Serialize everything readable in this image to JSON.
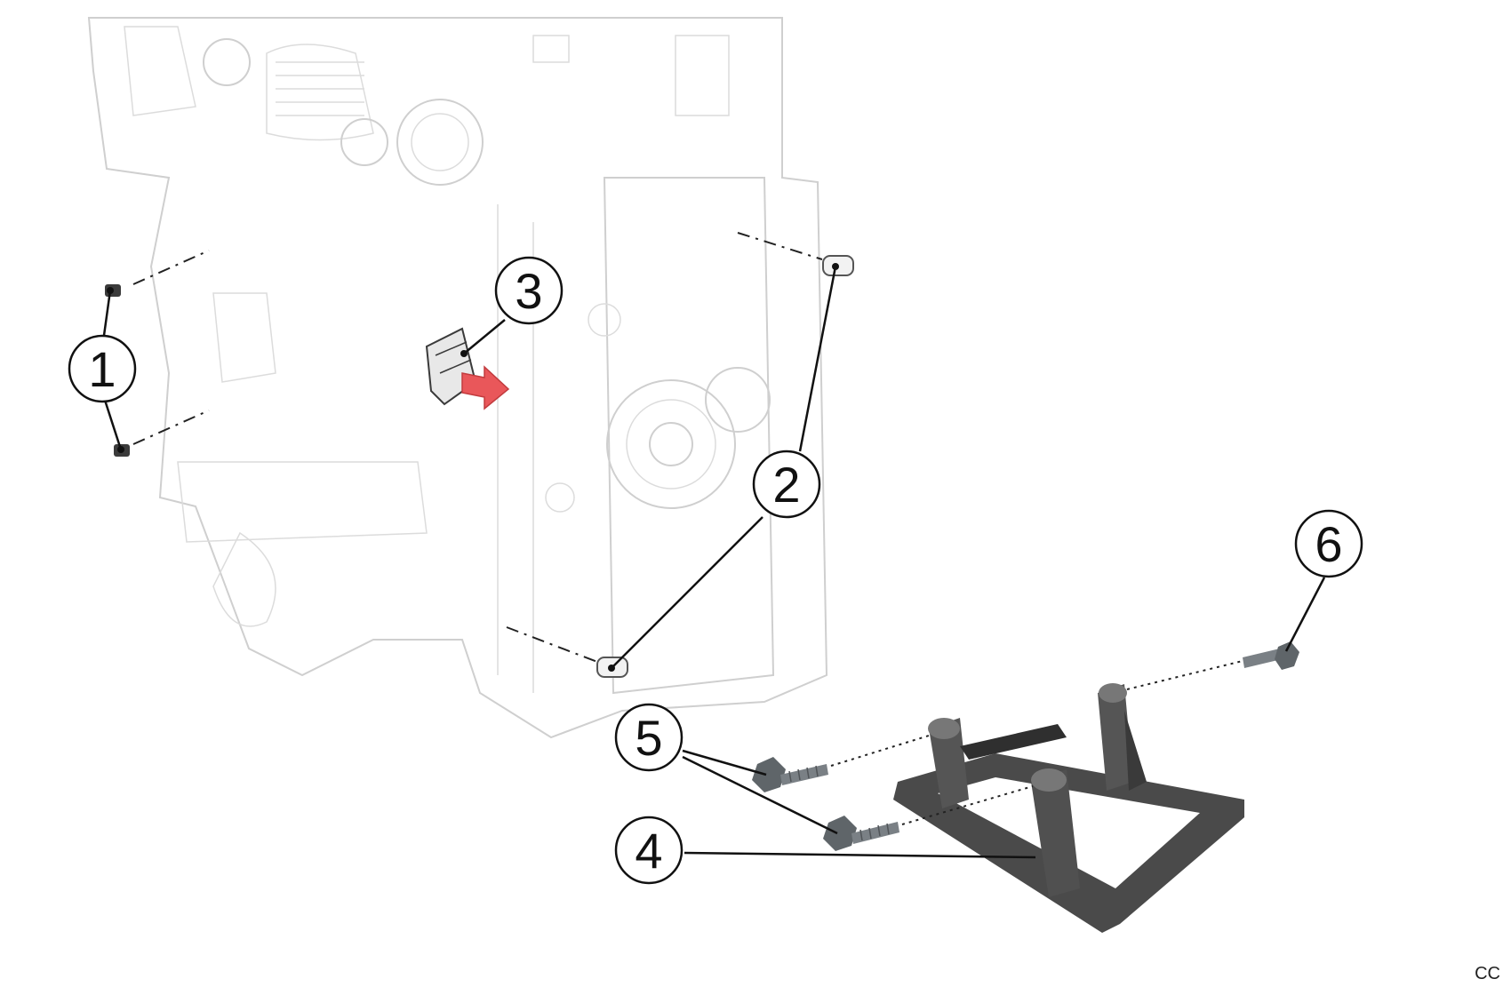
{
  "callouts": [
    {
      "id": "1",
      "label": "1"
    },
    {
      "id": "2",
      "label": "2"
    },
    {
      "id": "3",
      "label": "3"
    },
    {
      "id": "4",
      "label": "4"
    },
    {
      "id": "5",
      "label": "5"
    },
    {
      "id": "6",
      "label": "6"
    }
  ],
  "corner_code": "CC",
  "colors": {
    "engine_outline": "#cfcfcf",
    "stand": "#4a4a4a",
    "bolt": "#6d7377",
    "arrow": "#e9575a",
    "callout_stroke": "#111111"
  }
}
